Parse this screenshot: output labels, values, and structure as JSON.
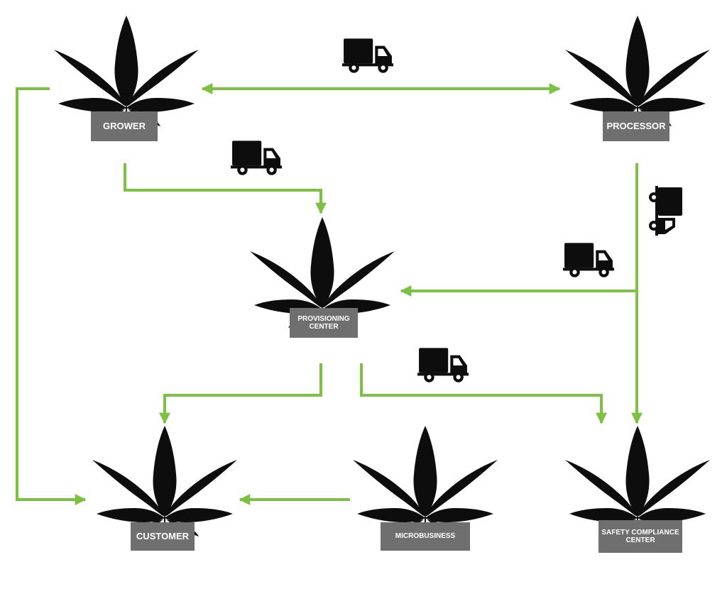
{
  "colors": {
    "arrow": "#7dc142",
    "leaf": "#0d0d0d",
    "label_bg": "#6f6f6f",
    "label_text": "#ffffff",
    "truck": "#0d0d0d"
  },
  "icons": {
    "node": "cannabis-leaf-icon",
    "transport": "delivery-truck-icon"
  },
  "nodes": {
    "grower": {
      "label": "GROWER"
    },
    "processor": {
      "label": "PROCESSOR"
    },
    "provisioning": {
      "label": "PROVISIONING CENTER"
    },
    "customer": {
      "label": "CUSTOMER"
    },
    "microbusiness": {
      "label": "MICROBUSINESS"
    },
    "safety": {
      "label": "SAFETY COMPLIANCE CENTER"
    }
  },
  "edges": [
    {
      "from": "grower",
      "to": "processor",
      "direction": "both"
    },
    {
      "from": "grower",
      "to": "provisioning",
      "direction": "forward"
    },
    {
      "from": "grower",
      "to": "customer",
      "direction": "forward"
    },
    {
      "from": "processor",
      "to": "provisioning",
      "direction": "forward"
    },
    {
      "from": "processor",
      "to": "safety",
      "direction": "forward"
    },
    {
      "from": "provisioning",
      "to": "customer",
      "direction": "forward"
    },
    {
      "from": "provisioning",
      "to": "safety",
      "direction": "forward"
    },
    {
      "from": "microbusiness",
      "to": "customer",
      "direction": "forward"
    }
  ]
}
